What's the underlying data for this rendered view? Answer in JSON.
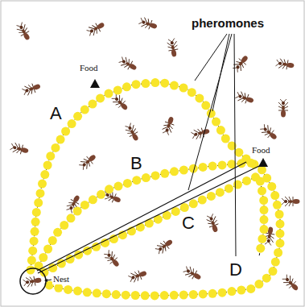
{
  "diagram": {
    "labels": [
      "pheromones",
      "Food",
      "A",
      "Food",
      "B",
      "C",
      "D",
      "Nest"
    ]
  }
}
